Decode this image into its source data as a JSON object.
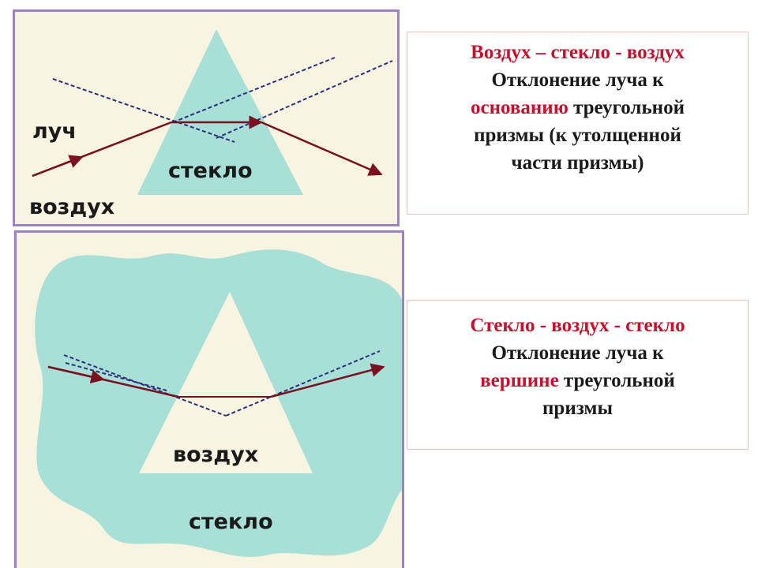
{
  "top_panel": {
    "label_ray": "луч",
    "label_air": "воздух",
    "label_glass": "стекло"
  },
  "bottom_panel": {
    "label_air": "воздух",
    "label_glass": "стекло"
  },
  "top_text": {
    "heading": "Воздух – стекло - воздух",
    "line1": "Отклонение  луча к",
    "line2_highlight": "основанию",
    "line2_rest": " треугольной",
    "line3": "призмы (к утолщенной",
    "line4": "части призмы)"
  },
  "bottom_text": {
    "heading": "Стекло - воздух - стекло",
    "line1": "Отклонение  луча к",
    "line2_highlight": "вершине",
    "line2_rest": " треугольной",
    "line3": "призмы"
  },
  "colors": {
    "panel_background": "#f7f4e1",
    "panel_border": "#9c84c4",
    "glass": "#a8e0d8",
    "ray": "#7a1020",
    "normal_dashed": "#2a2f7a",
    "highlight_text": "#c8102e"
  }
}
